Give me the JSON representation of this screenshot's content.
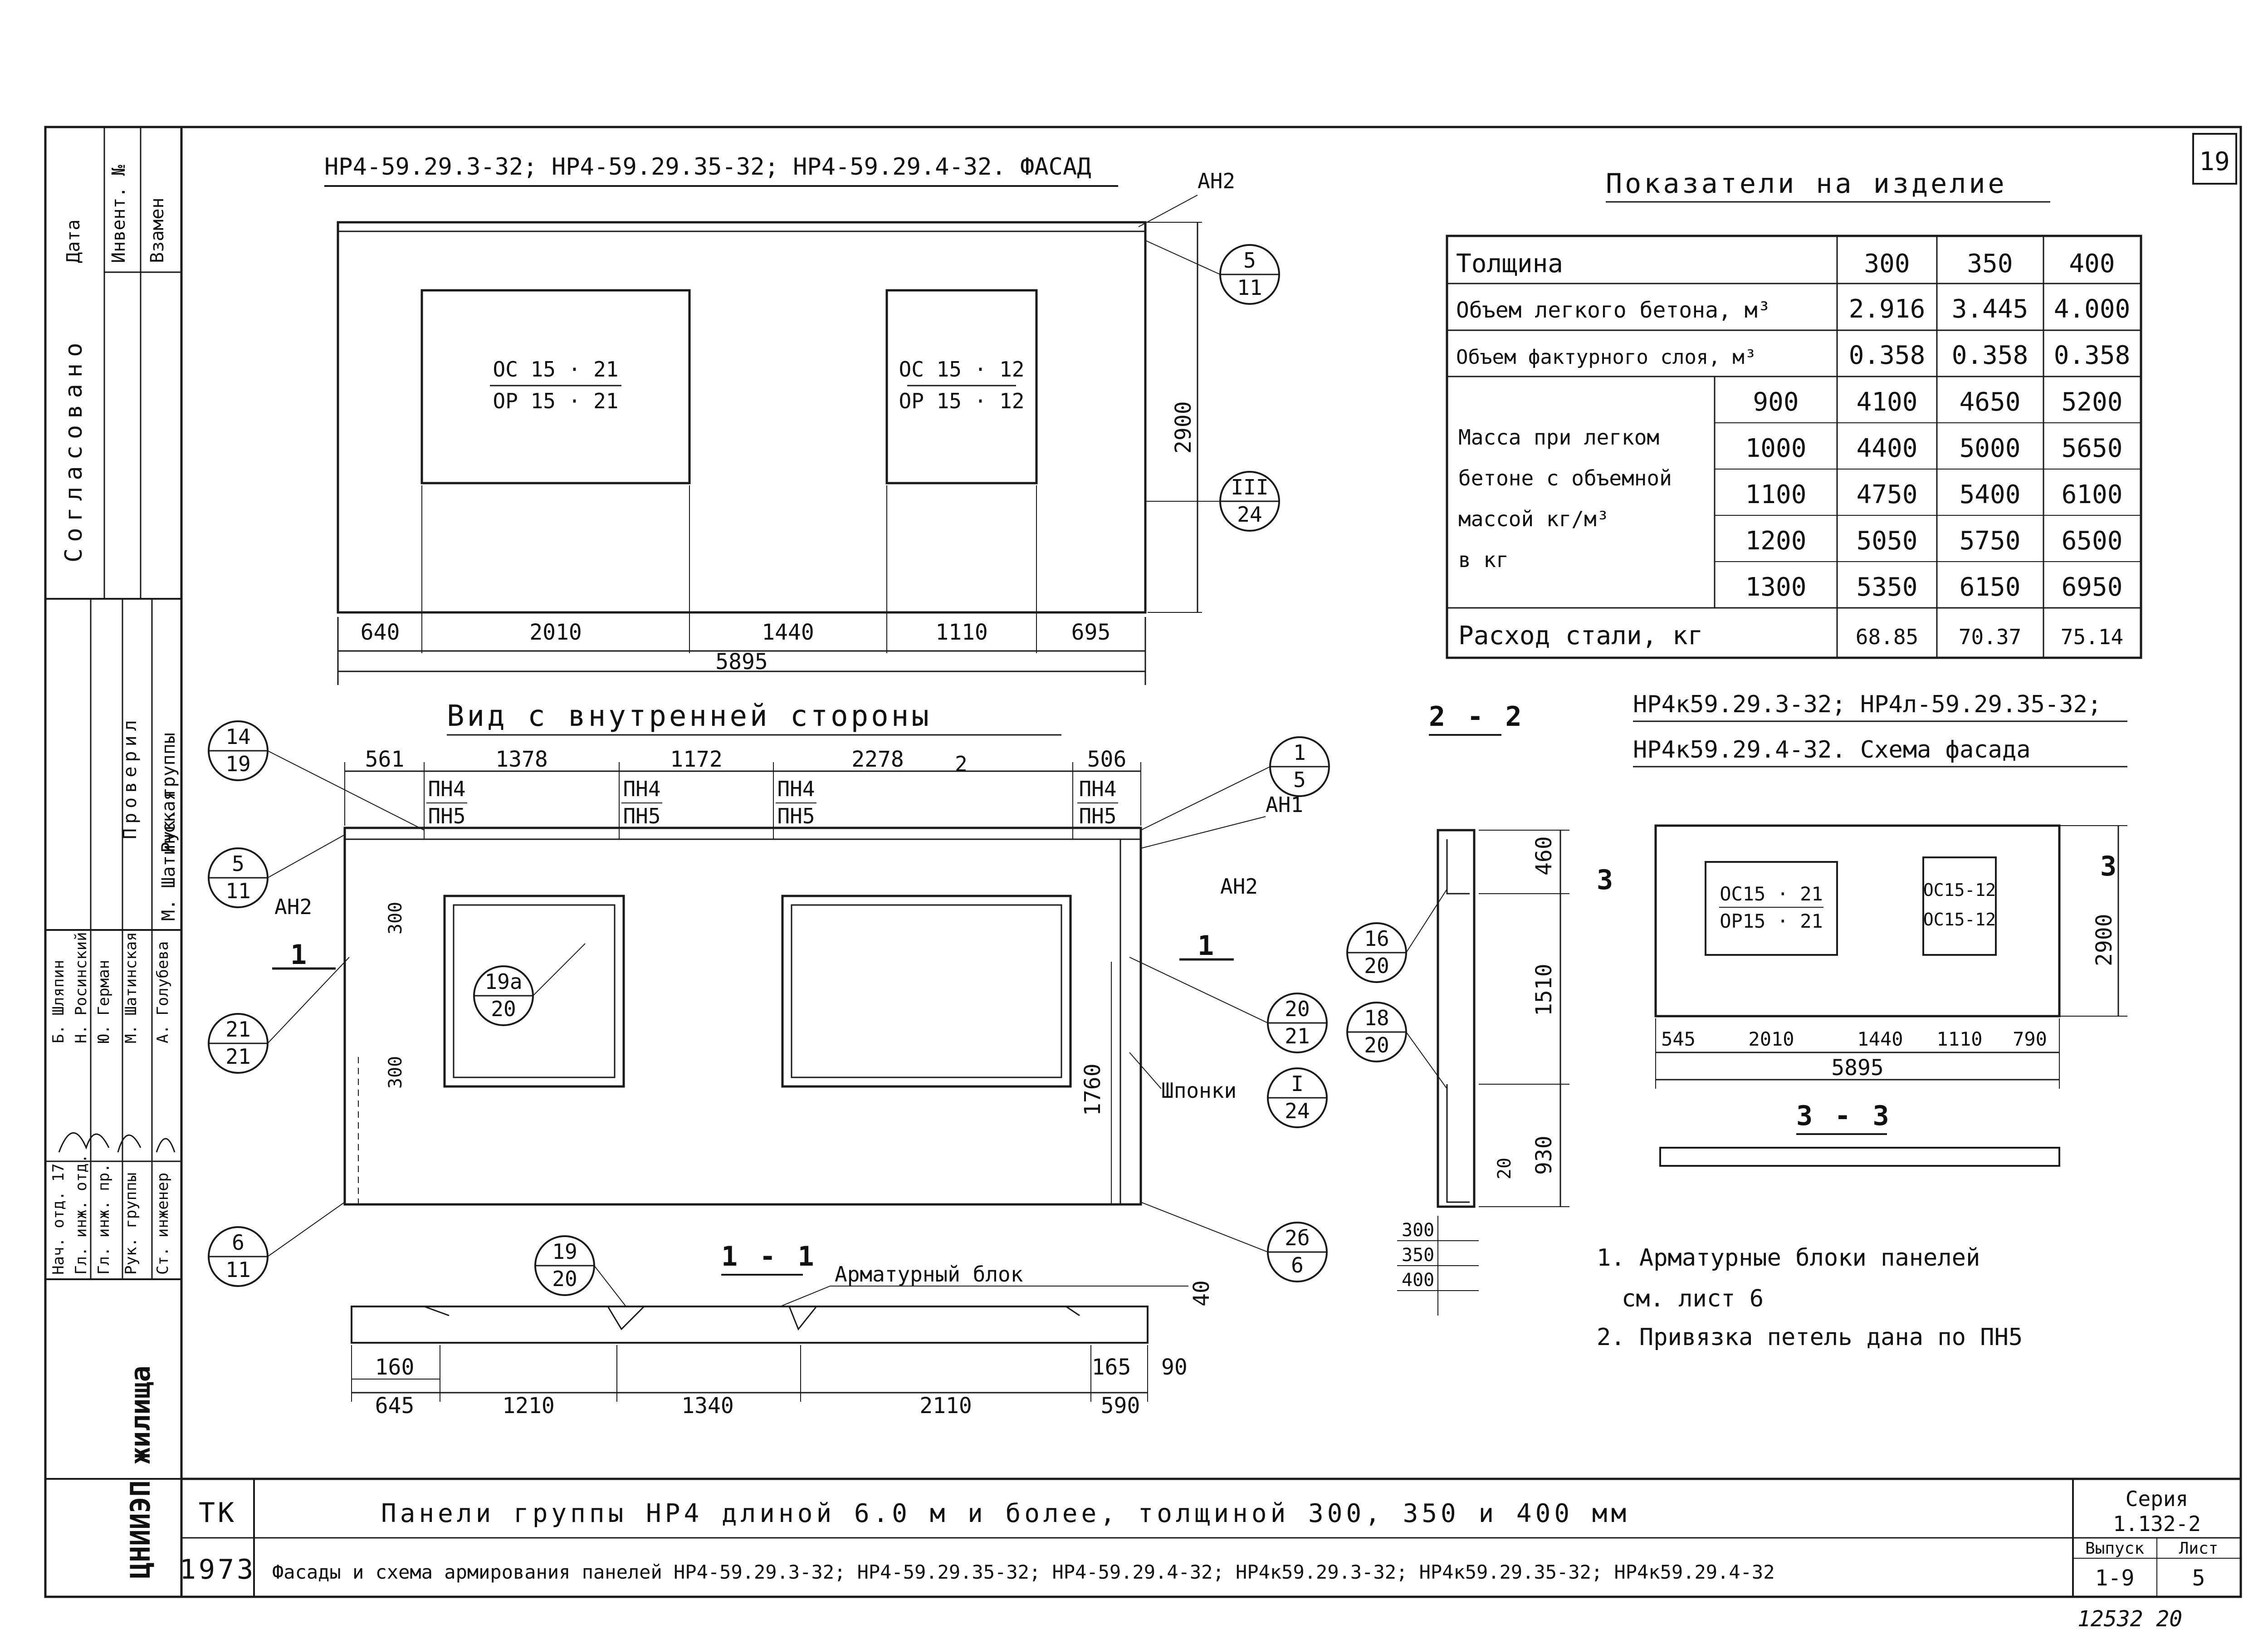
{
  "sheet_number": "19",
  "facade_title": "НР4-59.29.3-32; НР4-59.29.35-32; НР4-59.29.4-32. ФАСАД",
  "facade": {
    "an2": "АН2",
    "callout_5_11": [
      "5",
      "11"
    ],
    "callout_III_24": [
      "III",
      "24"
    ],
    "height": "2900",
    "window1": [
      "ОС 15 · 21",
      "ОР 15 · 21"
    ],
    "window2": [
      "ОС 15 · 12",
      "ОР 15 · 12"
    ],
    "dims": [
      "640",
      "2010",
      "1440",
      "1110",
      "695"
    ],
    "total": "5895"
  },
  "indicators": {
    "title": "Показатели на изделие",
    "thickness_label": "Толщина",
    "thickness": [
      "300",
      "350",
      "400"
    ],
    "light_concrete_label": "Объем легкого бетона, м³",
    "light_concrete": [
      "2.916",
      "3.445",
      "4.000"
    ],
    "facing_layer_label": "Объем фактурного слоя, м³",
    "facing_layer": [
      "0.358",
      "0.358",
      "0.358"
    ],
    "mass_label": [
      "Масса при легком",
      "бетоне с объемной",
      "массой кг/м³",
      "в кг"
    ],
    "mass_rows": [
      {
        "density": "900",
        "values": [
          "4100",
          "4650",
          "5200"
        ]
      },
      {
        "density": "1000",
        "values": [
          "4400",
          "5000",
          "5650"
        ]
      },
      {
        "density": "1100",
        "values": [
          "4750",
          "5400",
          "6100"
        ]
      },
      {
        "density": "1200",
        "values": [
          "5050",
          "5750",
          "6500"
        ]
      },
      {
        "density": "1300",
        "values": [
          "5350",
          "6150",
          "6950"
        ]
      }
    ],
    "steel_label": "Расход стали, кг",
    "steel": [
      "68.85",
      "70.37",
      "75.14"
    ]
  },
  "inner_view": {
    "title": "Вид с внутренней стороны",
    "top_dims": [
      "561",
      "1378",
      "1172",
      "2278",
      "506"
    ],
    "loop_label_top": "ПН4",
    "loop_label_bottom": "ПН5",
    "section_mark_2": "2",
    "an1": "АН1",
    "an2": "АН2",
    "callouts": {
      "c14_19": [
        "14",
        "19"
      ],
      "c1_5": [
        "1",
        "5"
      ],
      "c5_11": [
        "5",
        "11"
      ],
      "c21_21": [
        "21",
        "21"
      ],
      "c20_21": [
        "20",
        "21"
      ],
      "cI_24": [
        "I",
        "24"
      ],
      "c6_11": [
        "6",
        "11"
      ],
      "c26_6": [
        "2б",
        "6"
      ],
      "c19a_20": [
        "19а",
        "20"
      ]
    },
    "shponki": "Шпонки",
    "section_1": "1",
    "dim_300a": "300",
    "dim_300b": "300",
    "dim_1760": "1760"
  },
  "section_1_1": {
    "title": "1 - 1",
    "block_label": "Арматурный блок",
    "callout_19_20": [
      "19",
      "20"
    ],
    "dims_bottom": [
      "645",
      "1210",
      "1340",
      "2110",
      "590"
    ],
    "dim_160": "160",
    "dim_165": "165",
    "dim_90": "90",
    "dim_40": "40"
  },
  "section_2_2": {
    "title": "2 - 2",
    "callout_16_20": [
      "16",
      "20"
    ],
    "callout_18_20": [
      "18",
      "20"
    ],
    "dims_vertical": [
      "460",
      "1510",
      "930"
    ],
    "dim_20": "20",
    "thickness_list": [
      "300",
      "350",
      "400"
    ]
  },
  "scheme": {
    "title_line1": "НР4к59.29.3-32;  НР4л-59.29.35-32;",
    "title_line2": "НР4к59.29.4-32. Схема фасада",
    "window1": [
      "ОС15 · 21",
      "ОР15 · 21"
    ],
    "window2": [
      "ОС15-12",
      "ОС15-12"
    ],
    "height": "2900",
    "dims": [
      "545",
      "2010",
      "1440",
      "1110",
      "790"
    ],
    "total": "5895",
    "section_mark_3": "3",
    "section_3_3": "3 - 3"
  },
  "notes": [
    "1. Арматурные блоки панелей",
    "см. лист 6",
    "2. Привязка петель дана по ПН5"
  ],
  "left_stamp": {
    "soglasovano": "Согласовано",
    "header": [
      "Дата",
      "Инвент. №",
      "Взамен"
    ],
    "proveril": "Проверил",
    "ruk_group": "Рук. группы",
    "roles": [
      "Нач. отд. 17",
      "Гл. инж. отд.",
      "Гл. инж. пр.",
      "Рук. группы",
      "Ст. инженер"
    ],
    "names": [
      "Б. Шляпин",
      "Н. Росинский",
      "Ю. Герман",
      "М. Шатинская",
      "А. Голубева"
    ],
    "checker": "М. Шатинская",
    "org": "ЦНИИЭП жилища"
  },
  "title_block": {
    "tk": "ТК",
    "year": "1973",
    "line1": "Панели группы НР4 длиной 6.0 м и более, толщиной 300, 350 и 400 мм",
    "line2": "Фасады и схема армирования панелей НР4-59.29.3-32; НР4-59.29.35-32; НР4-59.29.4-32; НР4к59.29.3-32; НР4к59.29.35-32; НР4к59.29.4-32",
    "series_label": "Серия",
    "series": "1.132-2",
    "issue_label": "Выпуск",
    "issue": "1-9",
    "sheet_label": "Лист",
    "sheet": "5",
    "archive_no": "12532  20"
  }
}
